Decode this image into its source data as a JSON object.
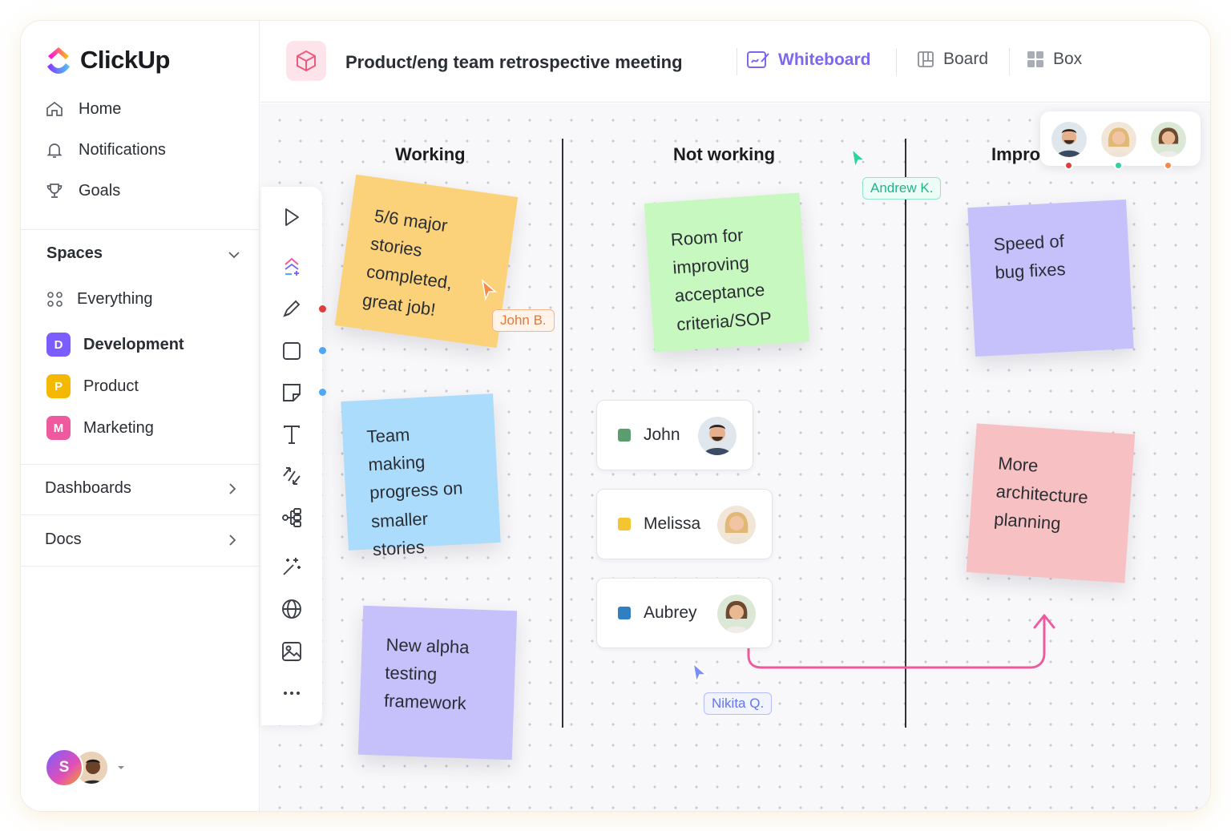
{
  "app": {
    "name": "ClickUp"
  },
  "sidebar": {
    "nav": [
      {
        "label": "Home",
        "icon": "home-icon"
      },
      {
        "label": "Notifications",
        "icon": "bell-icon"
      },
      {
        "label": "Goals",
        "icon": "trophy-icon"
      }
    ],
    "spaces_title": "Spaces",
    "spaces": [
      {
        "label": "Everything",
        "icon": "grid-dots-icon"
      },
      {
        "label": "Development",
        "badge": "D",
        "color": "#7b5cff",
        "active": true
      },
      {
        "label": "Product",
        "badge": "P",
        "color": "#f5b800"
      },
      {
        "label": "Marketing",
        "badge": "M",
        "color": "#ef5a9f"
      }
    ],
    "dashboards": "Dashboards",
    "docs": "Docs",
    "user_initial": "S"
  },
  "header": {
    "title": "Product/eng team retrospective meeting",
    "tabs": [
      {
        "label": "Whiteboard",
        "icon": "whiteboard-icon",
        "active": true
      },
      {
        "label": "Board",
        "icon": "board-icon"
      },
      {
        "label": "Box",
        "icon": "box-icon"
      }
    ]
  },
  "whiteboard": {
    "columns": [
      "Working",
      "Not working",
      "Impro"
    ],
    "notes": [
      {
        "text": "5/6 major\nstories\ncompleted,\ngreat job!",
        "color": "#fbd27a"
      },
      {
        "text": "Team making\nprogress on\nsmaller\nstories",
        "color": "#acdcfb"
      },
      {
        "text": "New alpha\ntesting\nframework",
        "color": "#c6c0fb"
      },
      {
        "text": "Room for\nimproving\nacceptance\ncriteria/SOP",
        "color": "#c7f8c0"
      },
      {
        "text": "Speed of\nbug fixes",
        "color": "#c6c0fb"
      },
      {
        "text": "More\narchitecture\nplanning",
        "color": "#f7c0c2"
      }
    ],
    "cursors": [
      {
        "name": "John B.",
        "color": "#f58a4b"
      },
      {
        "name": "Andrew K.",
        "color": "#2fd3a0"
      },
      {
        "name": "Nikita Q.",
        "color": "#7d8cf7"
      }
    ],
    "people": [
      {
        "name": "John",
        "color": "#5a9e6f"
      },
      {
        "name": "Melissa",
        "color": "#f5c431"
      },
      {
        "name": "Aubrey",
        "color": "#2f7fc1"
      }
    ],
    "presence_status": [
      "#e03e3e",
      "#2fd3a0",
      "#f58a4b"
    ],
    "connector_color": "#ef5a9f"
  }
}
